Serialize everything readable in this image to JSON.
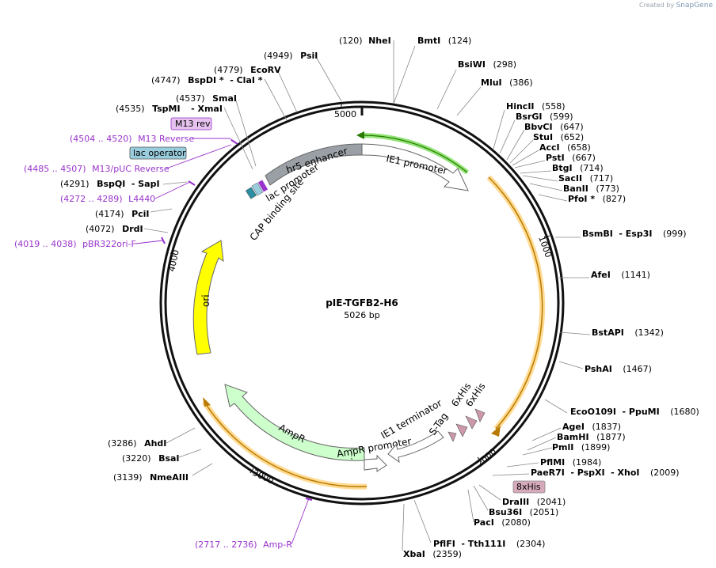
{
  "plasmid": {
    "name": "pIE-TGFB2-H6",
    "length": "5026 bp"
  },
  "credit": {
    "prefix": "Created by",
    "brand": "SnapGene"
  },
  "ticks": [
    "1000",
    "2000",
    "3000",
    "4000",
    "5000"
  ],
  "sites": [
    {
      "name": "NheI",
      "pos": "(120)"
    },
    {
      "name": "BmtI",
      "pos": "(124)"
    },
    {
      "name": "BsiWI",
      "pos": "(298)"
    },
    {
      "name": "MluI",
      "pos": "(386)"
    },
    {
      "name": "HincII",
      "pos": "(558)"
    },
    {
      "name": "BsrGI",
      "pos": "(599)"
    },
    {
      "name": "BbvCI",
      "pos": "(647)"
    },
    {
      "name": "StuI",
      "pos": "(652)"
    },
    {
      "name": "AccI",
      "pos": "(658)"
    },
    {
      "name": "PstI",
      "pos": "(667)"
    },
    {
      "name": "BtgI",
      "pos": "(714)"
    },
    {
      "name": "SacII",
      "pos": "(717)"
    },
    {
      "name": "BanII",
      "pos": "(773)"
    },
    {
      "name": "PfoI *",
      "pos": "(827)"
    },
    {
      "name": "BsmBI",
      "name2": "- Esp3I",
      "pos": "(999)"
    },
    {
      "name": "AfeI",
      "pos": "(1141)"
    },
    {
      "name": "BstAPI",
      "pos": "(1342)"
    },
    {
      "name": "PshAI",
      "pos": "(1467)"
    },
    {
      "name": "EcoO109I",
      "name2": "- PpuMI",
      "pos": "(1680)"
    },
    {
      "name": "AgeI",
      "pos": "(1837)"
    },
    {
      "name": "BamHI",
      "pos": "(1877)"
    },
    {
      "name": "PmlI",
      "pos": "(1899)"
    },
    {
      "name": "PflMI",
      "pos": "(1984)"
    },
    {
      "name": "PaeR7I",
      "name2": "- PspXI",
      "name3": "- XhoI",
      "pos": "(2009)"
    },
    {
      "name": "DraIII",
      "pos": "(2041)"
    },
    {
      "name": "Bsu36I",
      "pos": "(2051)"
    },
    {
      "name": "PacI",
      "pos": "(2080)"
    },
    {
      "name": "PflFI",
      "name2": "- Tth111I",
      "pos": "(2304)"
    },
    {
      "name": "XbaI",
      "pos": "(2359)"
    },
    {
      "name": "NmeAIII",
      "pos": "(3139)"
    },
    {
      "name": "BsaI",
      "pos": "(3220)"
    },
    {
      "name": "AhdI",
      "pos": "(3286)"
    },
    {
      "name": "DrdI",
      "pos": "(4072)"
    },
    {
      "name": "PciI",
      "pos": "(4174)"
    },
    {
      "name": "BspQI",
      "name2": "- SapI",
      "pos": "(4291)"
    },
    {
      "name": "TspMI",
      "name2": "- XmaI",
      "pos": "(4535)"
    },
    {
      "name": "SmaI",
      "pos": "(4537)"
    },
    {
      "name": "BspDI *",
      "name2": "- ClaI *",
      "pos": "(4747)"
    },
    {
      "name": "EcoRV",
      "pos": "(4779)"
    },
    {
      "name": "PsiI",
      "pos": "(4949)"
    }
  ],
  "primers": [
    {
      "range": "(4504 .. 4520)",
      "name": "M13 Reverse"
    },
    {
      "range": "(4485 .. 4507)",
      "name": "M13/pUC Reverse"
    },
    {
      "range": "(4272 .. 4289)",
      "name": "L4440"
    },
    {
      "range": "(4019 .. 4038)",
      "name": "pBR322ori-F"
    },
    {
      "range": "(2717 .. 2736)",
      "name": "Amp-R"
    }
  ],
  "boxed_labels": {
    "m13rev": "M13 rev",
    "lacop": "lac operator",
    "his8": "8xHis"
  },
  "features": {
    "hr5": "hr5 enhancer",
    "ie1": "IE1 promoter",
    "lacprom": "lac promoter",
    "cap": "CAP binding site",
    "ori": "ori",
    "ampr": "AmpR",
    "amprprom": "AmpR promoter",
    "ie1term": "IE1 terminator",
    "stag": "S-Tag",
    "his6a": "6xHis",
    "his6b": "6xHis"
  },
  "colors": {
    "ie1": "#ffffff",
    "ie1_highlight": "#33cc00",
    "hr5": "#9aa0a6",
    "ori": "#ffff00",
    "ampr": "#ccffcc",
    "orf_highlight": "#ffcc66",
    "his": "#cc99aa",
    "primer": "#9933cc",
    "lacop": "#99ccdd",
    "cap": "#2a8fa3"
  }
}
